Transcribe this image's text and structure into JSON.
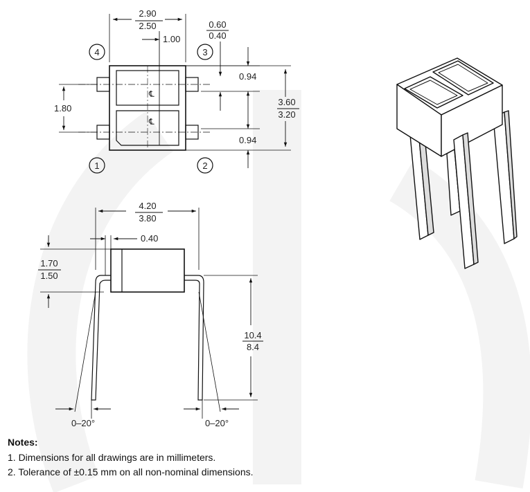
{
  "colors": {
    "line": "#111111",
    "text": "#222222",
    "watermark": "#f2f2f2",
    "iso_face": "#ffffff"
  },
  "top_view": {
    "pins": [
      "1",
      "2",
      "3",
      "4"
    ],
    "centerline": "℄",
    "dims": {
      "width_max": "2.90",
      "width_min": "2.50",
      "pitch": "1.00",
      "lead_max": "0.60",
      "lead_min": "0.40",
      "gap_top": "0.94",
      "gap_bottom": "0.94",
      "height_max": "3.60",
      "height_min": "3.20",
      "spacing": "1.80"
    }
  },
  "side_view": {
    "dims": {
      "length_max": "4.20",
      "length_min": "3.80",
      "lead_thickness": "0.40",
      "body_max": "1.70",
      "body_min": "1.50",
      "lead_len_max": "10.4",
      "lead_len_min": "8.4",
      "angle_left": "0–20°",
      "angle_right": "0–20°"
    }
  },
  "notes": {
    "title": "Notes:",
    "items": [
      "1. Dimensions for all drawings are in millimeters.",
      "2. Tolerance of ±0.15 mm on all non-nominal dimensions."
    ]
  }
}
